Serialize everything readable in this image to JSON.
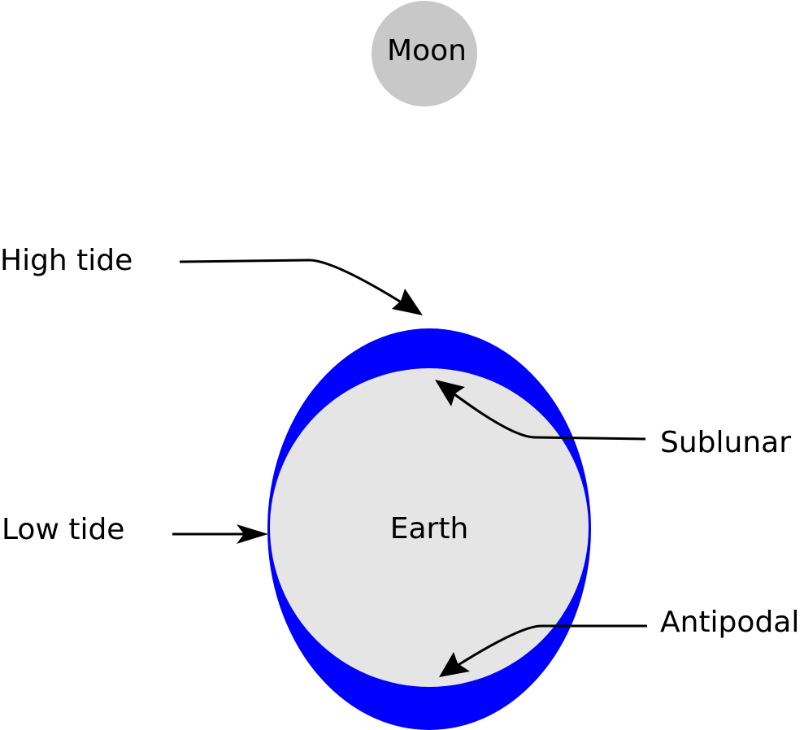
{
  "moon": {
    "label": "Moon",
    "color": "#c8c8c8"
  },
  "earth": {
    "label": "Earth",
    "color": "#e5e5e5"
  },
  "tide_bulge": {
    "color": "#0000ff"
  },
  "labels": {
    "high_tide": "High tide",
    "low_tide": "Low tide",
    "sublunar": "Sublunar",
    "antipodal": "Antipodal"
  }
}
